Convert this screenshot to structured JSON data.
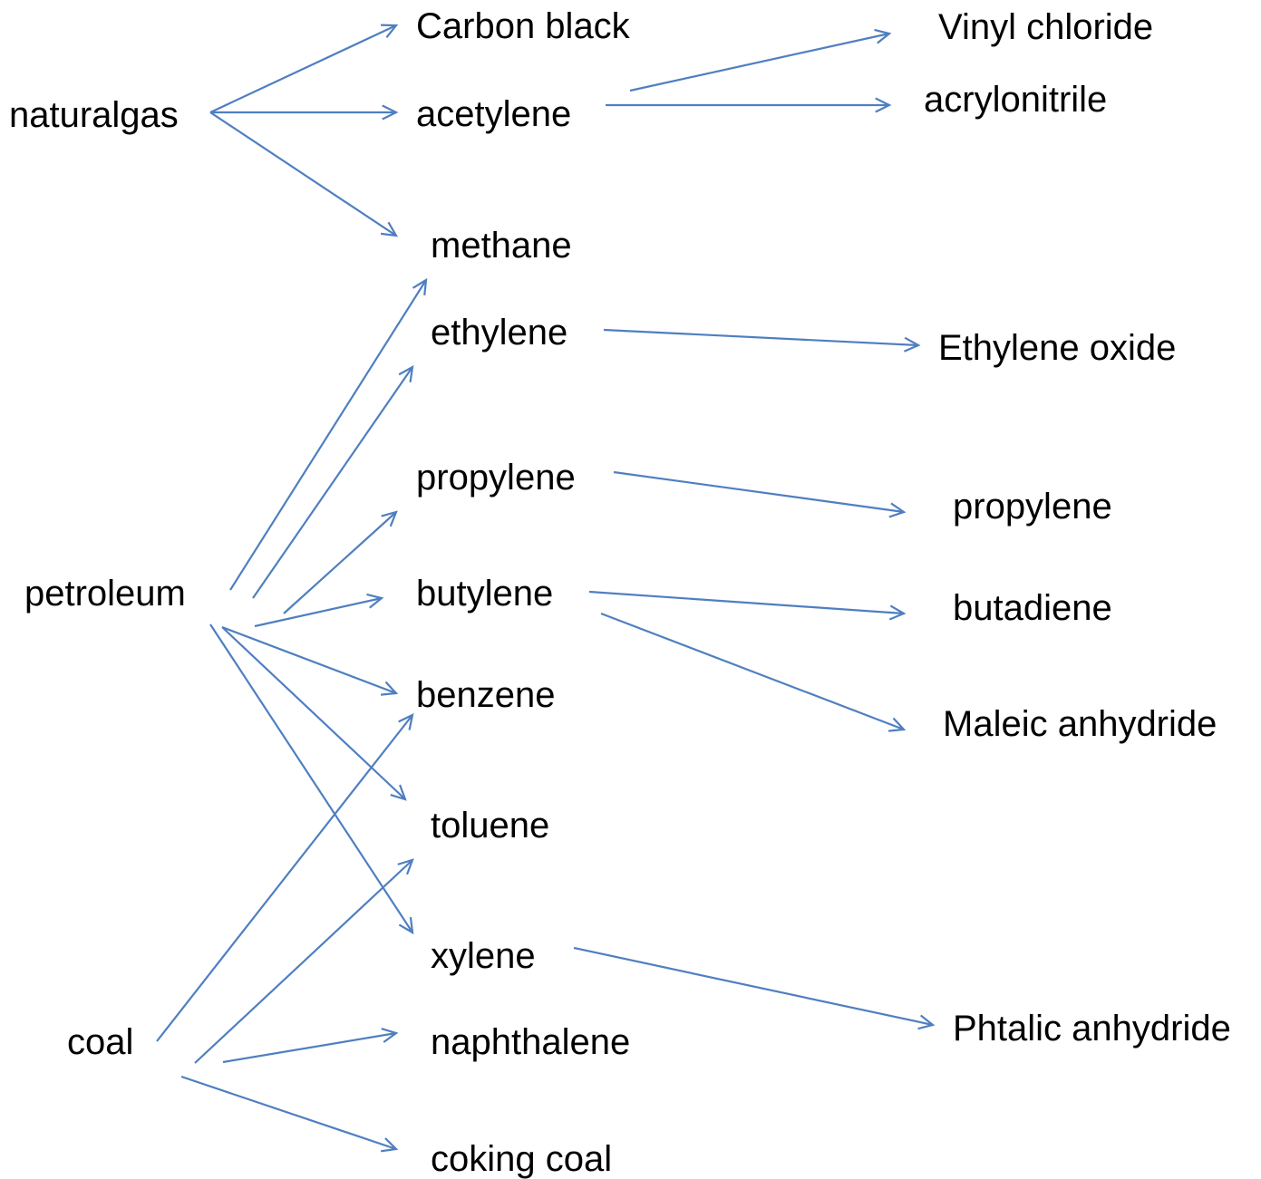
{
  "diagram": {
    "arrow_color": "#4f7fc0",
    "text_color": "#000000",
    "nodes": [
      {
        "id": "naturalgas",
        "label": "naturalgas"
      },
      {
        "id": "petroleum",
        "label": "petroleum"
      },
      {
        "id": "coal",
        "label": "coal"
      },
      {
        "id": "carbon-black",
        "label": "Carbon black"
      },
      {
        "id": "acetylene",
        "label": "acetylene"
      },
      {
        "id": "methane",
        "label": "methane"
      },
      {
        "id": "ethylene",
        "label": "ethylene"
      },
      {
        "id": "propylene",
        "label": "propylene"
      },
      {
        "id": "butylene",
        "label": "butylene"
      },
      {
        "id": "benzene",
        "label": "benzene"
      },
      {
        "id": "toluene",
        "label": "toluene"
      },
      {
        "id": "xylene",
        "label": "xylene"
      },
      {
        "id": "naphthalene",
        "label": "naphthalene"
      },
      {
        "id": "coking-coal",
        "label": "coking coal"
      },
      {
        "id": "vinyl-chloride",
        "label": "Vinyl chloride"
      },
      {
        "id": "acrylonitrile",
        "label": "acrylonitrile"
      },
      {
        "id": "ethylene-oxide",
        "label": "Ethylene oxide"
      },
      {
        "id": "propylene-product",
        "label": "propylene"
      },
      {
        "id": "butadiene",
        "label": "butadiene"
      },
      {
        "id": "maleic-anhydride",
        "label": "Maleic anhydride"
      },
      {
        "id": "phtalic-anhydride",
        "label": "Phtalic anhydride"
      }
    ],
    "edges": [
      {
        "from": "naturalgas",
        "to": "carbon-black"
      },
      {
        "from": "naturalgas",
        "to": "acetylene"
      },
      {
        "from": "naturalgas",
        "to": "methane"
      },
      {
        "from": "acetylene",
        "to": "vinyl-chloride"
      },
      {
        "from": "acetylene",
        "to": "acrylonitrile"
      },
      {
        "from": "petroleum",
        "to": "methane"
      },
      {
        "from": "petroleum",
        "to": "ethylene"
      },
      {
        "from": "petroleum",
        "to": "propylene"
      },
      {
        "from": "petroleum",
        "to": "butylene"
      },
      {
        "from": "petroleum",
        "to": "benzene"
      },
      {
        "from": "petroleum",
        "to": "toluene"
      },
      {
        "from": "petroleum",
        "to": "xylene"
      },
      {
        "from": "ethylene",
        "to": "ethylene-oxide"
      },
      {
        "from": "propylene",
        "to": "propylene-product"
      },
      {
        "from": "butylene",
        "to": "butadiene"
      },
      {
        "from": "butylene",
        "to": "maleic-anhydride"
      },
      {
        "from": "xylene",
        "to": "phtalic-anhydride"
      },
      {
        "from": "coal",
        "to": "benzene"
      },
      {
        "from": "coal",
        "to": "toluene"
      },
      {
        "from": "coal",
        "to": "naphthalene"
      },
      {
        "from": "coal",
        "to": "coking-coal"
      }
    ]
  }
}
